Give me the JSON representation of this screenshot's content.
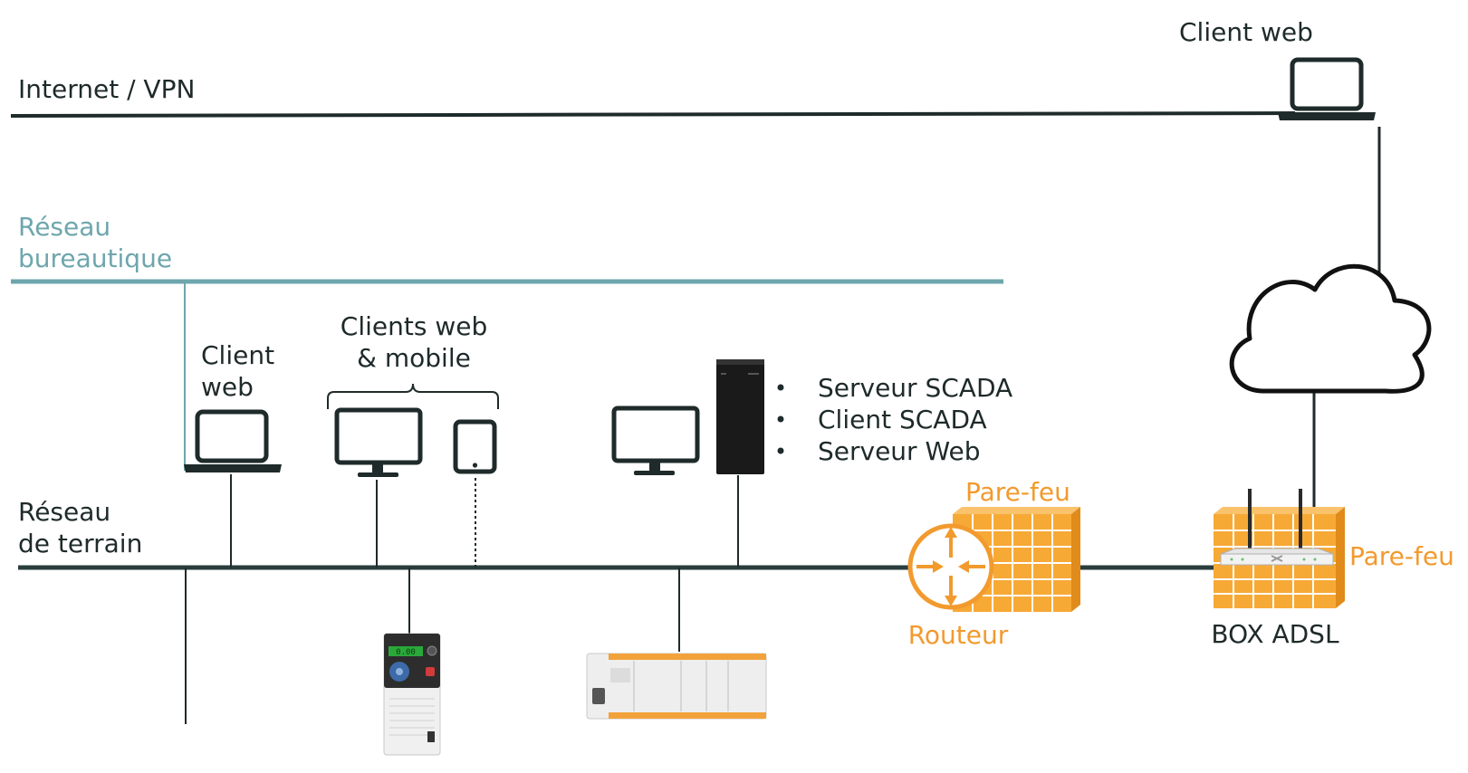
{
  "networks": {
    "internet": {
      "label": "Internet / VPN"
    },
    "office": {
      "label_line1": "Réseau",
      "label_line2": "bureautique"
    },
    "field": {
      "label_line1": "Réseau",
      "label_line2": "de terrain"
    }
  },
  "devices": {
    "remote_client": {
      "label": "Client web"
    },
    "office_client": {
      "label_line1": "Client",
      "label_line2": "web"
    },
    "mobile_clients": {
      "label_line1": "Clients web",
      "label_line2": "& mobile"
    },
    "scada_roles": [
      "Serveur SCADA",
      "Client SCADA",
      "Serveur Web"
    ],
    "firewall_router": {
      "firewall_label": "Pare-feu",
      "router_label": "Routeur"
    },
    "adsl_box": {
      "label": "BOX ADSL",
      "firewall_label": "Pare-feu"
    },
    "drive_display": {
      "readout": "0.00"
    }
  },
  "colors": {
    "internet_line": "#1f2a2a",
    "office_line": "#6ea6ad",
    "field_line": "#2a3d3d",
    "firewall": "#f7a935",
    "router": "#f29a2e"
  }
}
